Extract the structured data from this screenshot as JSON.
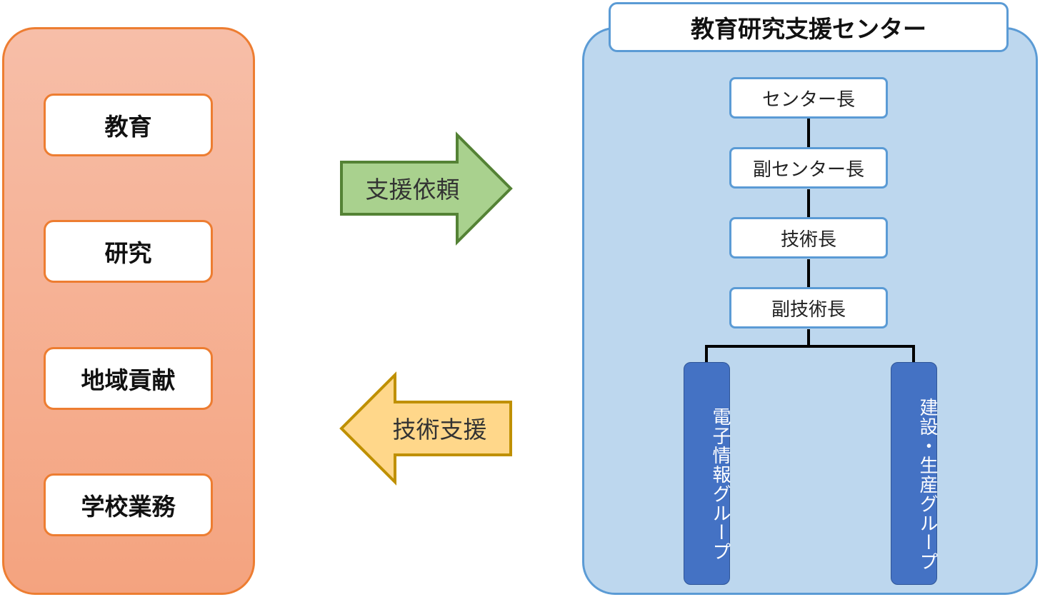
{
  "left_panel": {
    "items": [
      "教育",
      "研究",
      "地域貢献",
      "学校業務"
    ]
  },
  "arrows": {
    "request_label": "支援依頼",
    "support_label": "技術支援"
  },
  "right_panel": {
    "title": "教育研究支援センター",
    "roles": [
      "センター長",
      "副センター長",
      "技術長",
      "副技術長"
    ],
    "groups": [
      "電子情報グループ",
      "建設・生産グループ"
    ]
  },
  "colors": {
    "left_border": "#ed7d31",
    "left_fill": "#f4a37f",
    "right_border": "#5b9bd5",
    "right_fill": "#bdd7ee",
    "group_fill": "#4472c4",
    "request_arrow_fill": "#a9d18e",
    "request_arrow_border": "#548235",
    "support_arrow_fill": "#ffd78a",
    "support_arrow_border": "#bf9000"
  }
}
